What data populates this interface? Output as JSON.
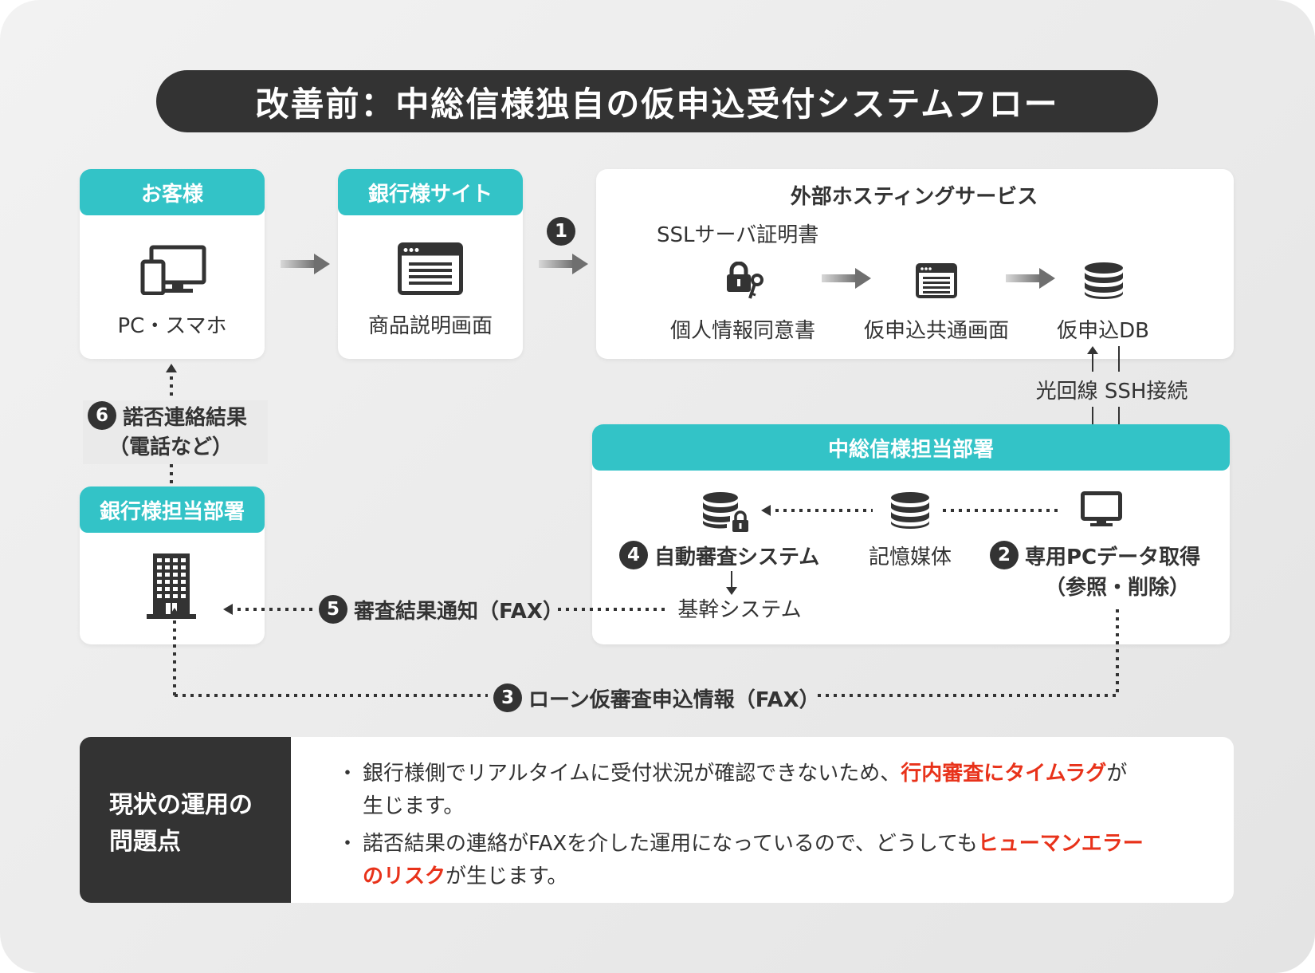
{
  "title": "改善前：中総信様独自の仮申込受付システムフロー",
  "customer": {
    "header": "お客様",
    "label": "PC・スマホ",
    "icon": "pc-smartphone-icon"
  },
  "bank_site": {
    "header": "銀行様サイト",
    "label": "商品説明画面",
    "icon": "browser-window-icon"
  },
  "hosting": {
    "header": "外部ホスティングサービス",
    "ssl_label": "SSLサーバ証明書",
    "items": [
      {
        "label": "個人情報同意書",
        "icon": "lock-key-icon"
      },
      {
        "label": "仮申込共通画面",
        "icon": "browser-window-icon"
      },
      {
        "label": "仮申込DB",
        "icon": "database-icon"
      }
    ]
  },
  "connection_label": "光回線 SSH接続",
  "chusoshin": {
    "header": "中総信様担当部署",
    "items": [
      {
        "label": "自動審査システム",
        "step": "4",
        "icon": "database-lock-icon"
      },
      {
        "label": "記憶媒体",
        "icon": "database-icon"
      },
      {
        "label": "専用PCデータ取得",
        "step": "2",
        "sub": "（参照・削除）",
        "icon": "monitor-icon"
      }
    ],
    "core_system": "基幹システム"
  },
  "bank_dept": {
    "header": "銀行様担当部署",
    "icon": "office-building-icon"
  },
  "steps": {
    "s1": "1",
    "s3": {
      "num": "3",
      "label": "ローン仮審査申込情報（FAX）"
    },
    "s5": {
      "num": "5",
      "label": "審査結果通知（FAX）"
    },
    "s6": {
      "num": "6",
      "label": "諾否連絡結果",
      "sub": "（電話など）"
    }
  },
  "problems": {
    "heading_line1": "現状の運用の",
    "heading_line2": "問題点",
    "bullet": "・",
    "p1_a": "銀行様側でリアルタイムに受付状況が確認できないため、",
    "p1_red": "行内審査にタイムラグ",
    "p1_b": "が",
    "p1_c": "生じます。",
    "p2_a": "諾否結果の連絡がFAXを介した運用になっているので、どうしても",
    "p2_red1": "ヒューマンエラー",
    "p2_red2": "のリスク",
    "p2_b": "が生じます。"
  },
  "colors": {
    "teal": "#33c3c7",
    "dark": "#333333",
    "red": "#e8321a",
    "arrow_gray": "#7a7a7a"
  }
}
